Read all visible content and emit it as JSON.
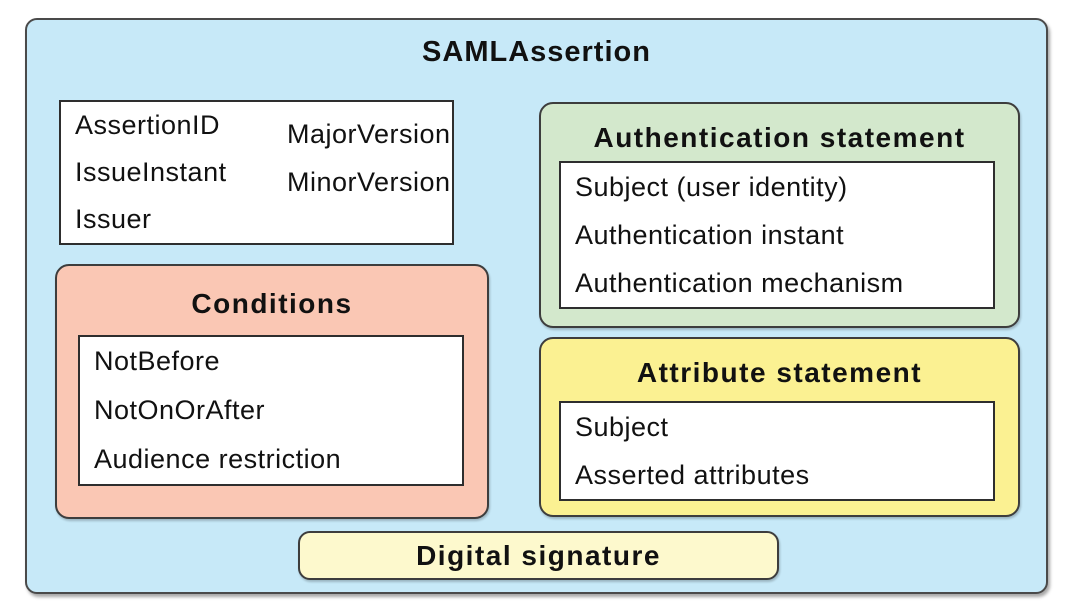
{
  "diagram": {
    "title": "SAMLAssertion",
    "assertion_attributes": {
      "column1": [
        "AssertionID",
        "IssueInstant",
        "Issuer"
      ],
      "column2": [
        "MajorVersion",
        "MinorVersion"
      ]
    },
    "conditions": {
      "title": "Conditions",
      "items": [
        "NotBefore",
        "NotOnOrAfter",
        "Audience restriction"
      ]
    },
    "authentication_statement": {
      "title": "Authentication statement",
      "items": [
        "Subject (user identity)",
        "Authentication instant",
        "Authentication mechanism"
      ]
    },
    "attribute_statement": {
      "title": "Attribute statement",
      "items": [
        "Subject",
        "Asserted attributes"
      ]
    },
    "digital_signature": {
      "title": "Digital signature"
    },
    "colors": {
      "container_background": "#c7e9f8",
      "conditions_background": "#fac7b4",
      "authentication_background": "#d3e8cc",
      "attribute_background": "#fbf192",
      "signature_background": "#fdf9cd",
      "box_background": "#ffffff",
      "border": "#3d3d3d",
      "text": "#111111"
    }
  }
}
